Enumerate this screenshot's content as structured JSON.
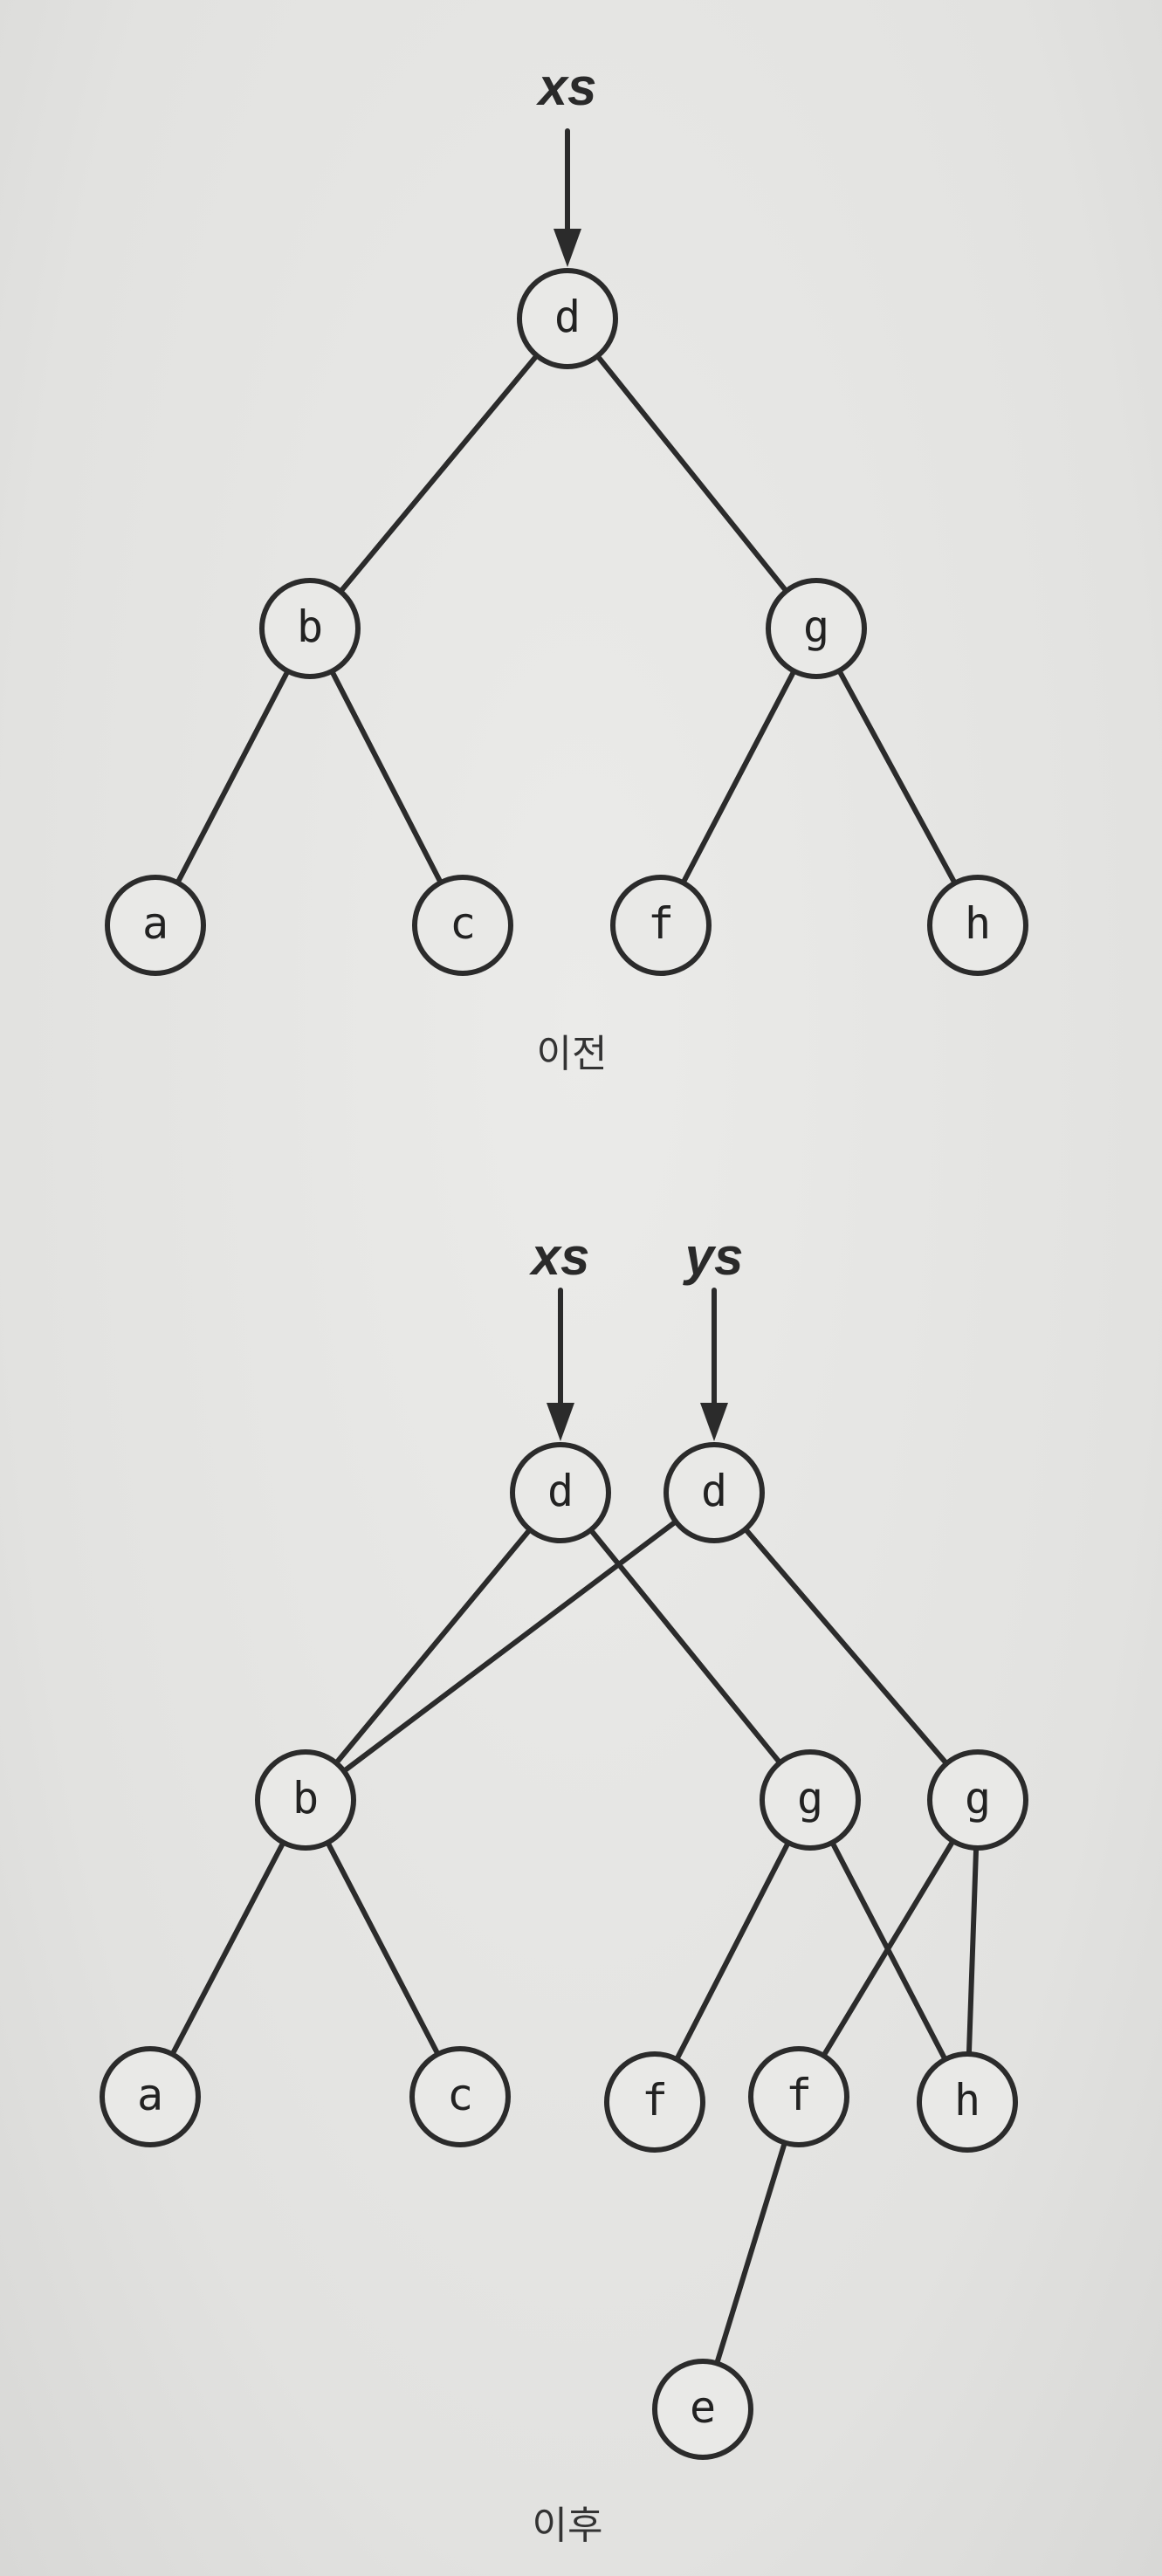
{
  "before": {
    "caption": "이전",
    "pointers": [
      {
        "id": "xs",
        "label": "xs",
        "target": "d"
      }
    ],
    "nodes": [
      {
        "id": "d",
        "label": "d"
      },
      {
        "id": "b",
        "label": "b"
      },
      {
        "id": "g",
        "label": "g"
      },
      {
        "id": "a",
        "label": "a"
      },
      {
        "id": "c",
        "label": "c"
      },
      {
        "id": "f",
        "label": "f"
      },
      {
        "id": "h",
        "label": "h"
      }
    ],
    "edges": [
      [
        "d",
        "b"
      ],
      [
        "d",
        "g"
      ],
      [
        "b",
        "a"
      ],
      [
        "b",
        "c"
      ],
      [
        "g",
        "f"
      ],
      [
        "g",
        "h"
      ]
    ]
  },
  "after": {
    "caption": "이후",
    "pointers": [
      {
        "id": "xs",
        "label": "xs",
        "target": "d1"
      },
      {
        "id": "ys",
        "label": "ys",
        "target": "d2"
      }
    ],
    "nodes": [
      {
        "id": "d1",
        "label": "d"
      },
      {
        "id": "d2",
        "label": "d"
      },
      {
        "id": "b",
        "label": "b"
      },
      {
        "id": "g1",
        "label": "g"
      },
      {
        "id": "g2",
        "label": "g"
      },
      {
        "id": "a",
        "label": "a"
      },
      {
        "id": "c",
        "label": "c"
      },
      {
        "id": "f1",
        "label": "f"
      },
      {
        "id": "f2",
        "label": "f"
      },
      {
        "id": "h",
        "label": "h"
      },
      {
        "id": "e",
        "label": "e"
      }
    ],
    "edges": [
      [
        "d1",
        "b"
      ],
      [
        "d1",
        "g1"
      ],
      [
        "d2",
        "b"
      ],
      [
        "d2",
        "g2"
      ],
      [
        "b",
        "a"
      ],
      [
        "b",
        "c"
      ],
      [
        "g1",
        "f1"
      ],
      [
        "g1",
        "h"
      ],
      [
        "g2",
        "f2"
      ],
      [
        "g2",
        "h"
      ],
      [
        "f2",
        "e"
      ]
    ]
  }
}
